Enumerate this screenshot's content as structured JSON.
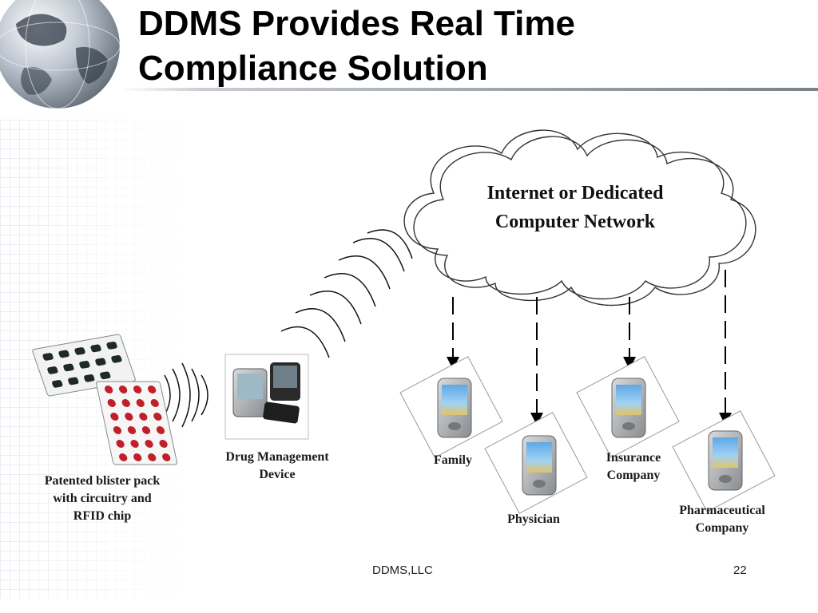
{
  "slide": {
    "title_line1": "DDMS Provides Real Time",
    "title_line2": "Compliance Solution",
    "footer_company": "DDMS,LLC",
    "page_number": "22"
  },
  "diagram": {
    "cloud": {
      "line1": "Internet or Dedicated",
      "line2": "Computer Network"
    },
    "blister_pack": {
      "line1": "Patented blister pack",
      "line2": "with circuitry and",
      "line3": "RFID chip"
    },
    "device": {
      "line1": "Drug Management",
      "line2": "Device"
    },
    "recipients": {
      "family": "Family",
      "physician": "Physician",
      "insurance_line1": "Insurance",
      "insurance_line2": "Company",
      "pharma_line1": "Pharmaceutical",
      "pharma_line2": "Company"
    }
  },
  "colors": {
    "accent_red": "#c0202a",
    "arrow": "#000000"
  }
}
